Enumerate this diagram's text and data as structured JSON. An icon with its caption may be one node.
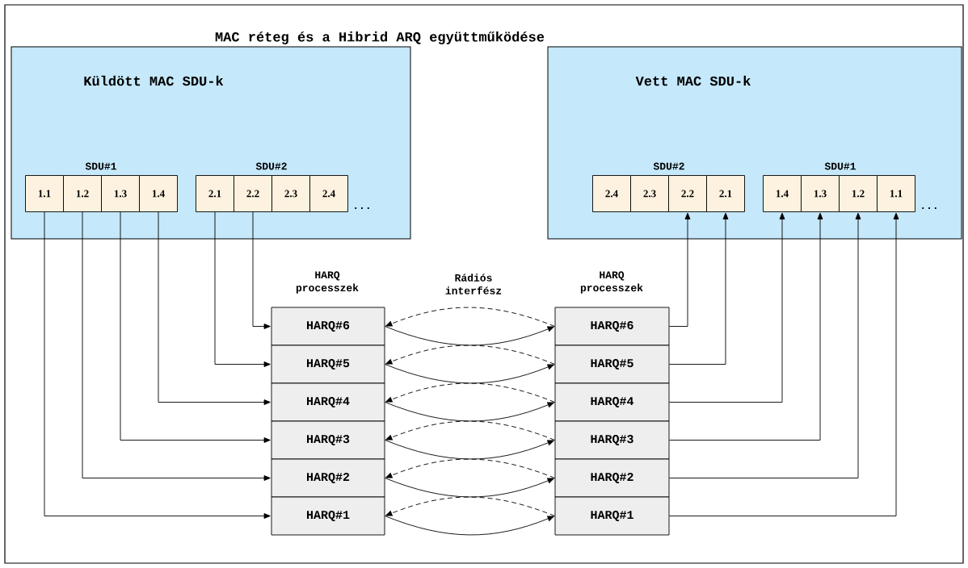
{
  "diagram": {
    "title": "MAC réteg és a Hibrid ARQ együttműködése",
    "nodes": [
      {
        "text": [
          "Küldött MAC SDU-k"
        ]
      },
      {
        "text": [
          "1.1"
        ],
        "in": 0
      },
      {
        "text": [
          "1.2"
        ],
        "in": 0
      },
      {
        "text": [
          "1.3"
        ],
        "in": 0
      },
      {
        "text": [
          "1.4"
        ],
        "in": 0
      },
      {
        "text": [
          "2.1"
        ],
        "in": 0
      },
      {
        "text": [
          "2.2"
        ],
        "in": 0
      },
      {
        "text": [
          "2.3"
        ],
        "in": 0
      },
      {
        "text": [
          "2.4"
        ],
        "in": 0
      },
      {
        "text": [
          "Vett MAC SDU-k"
        ]
      },
      {
        "text": [
          "2.4"
        ],
        "in": 9
      },
      {
        "text": [
          "2.3"
        ],
        "in": 9
      },
      {
        "text": [
          "2.2"
        ],
        "in": 9
      },
      {
        "text": [
          "2.1"
        ],
        "in": 9
      },
      {
        "text": [
          "1.4"
        ],
        "in": 9
      },
      {
        "text": [
          "1.3"
        ],
        "in": 9
      },
      {
        "text": [
          "1.2"
        ],
        "in": 9
      },
      {
        "text": [
          "1.1"
        ],
        "in": 9
      },
      {
        "text": [
          "HARQ#6"
        ]
      },
      {
        "text": [
          "HARQ#5"
        ]
      },
      {
        "text": [
          "HARQ#4"
        ]
      },
      {
        "text": [
          "HARQ#3"
        ]
      },
      {
        "text": [
          "HARQ#2"
        ]
      },
      {
        "text": [
          "HARQ#1"
        ]
      },
      {
        "text": [
          "HARQ#6"
        ]
      },
      {
        "text": [
          "HARQ#5"
        ]
      },
      {
        "text": [
          "HARQ#4"
        ]
      },
      {
        "text": [
          "HARQ#3"
        ]
      },
      {
        "text": [
          "HARQ#2"
        ]
      },
      {
        "text": [
          "HARQ#1"
        ]
      }
    ],
    "edges": [
      {
        "from": 1,
        "to": 23,
        "arrow": "to"
      },
      {
        "from": 2,
        "to": 22,
        "arrow": "to"
      },
      {
        "from": 3,
        "to": 21,
        "arrow": "to"
      },
      {
        "from": 4,
        "to": 20,
        "arrow": "to"
      },
      {
        "from": 5,
        "to": 19,
        "arrow": "to"
      },
      {
        "from": 6,
        "to": 18,
        "arrow": "to"
      },
      {
        "from": 24,
        "to": 12,
        "arrow": "to"
      },
      {
        "from": 25,
        "to": 13,
        "arrow": "to"
      },
      {
        "from": 26,
        "to": 14,
        "arrow": "to"
      },
      {
        "from": 27,
        "to": 15,
        "arrow": "to"
      },
      {
        "from": 28,
        "to": 16,
        "arrow": "to"
      },
      {
        "from": 29,
        "to": 17,
        "arrow": "to"
      },
      {
        "from": 18,
        "to": 24,
        "arrow": "to"
      },
      {
        "from": 24,
        "to": 18,
        "arrow": "to",
        "style": "dashed"
      },
      {
        "from": 19,
        "to": 25,
        "arrow": "to"
      },
      {
        "from": 25,
        "to": 19,
        "arrow": "to",
        "style": "dashed"
      },
      {
        "from": 20,
        "to": 26,
        "arrow": "to"
      },
      {
        "from": 26,
        "to": 20,
        "arrow": "to",
        "style": "dashed"
      },
      {
        "from": 21,
        "to": 27,
        "arrow": "to"
      },
      {
        "from": 27,
        "to": 21,
        "arrow": "to",
        "style": "dashed"
      },
      {
        "from": 22,
        "to": 28,
        "arrow": "to"
      },
      {
        "from": 28,
        "to": 22,
        "arrow": "to",
        "style": "dashed"
      },
      {
        "from": 23,
        "to": 29,
        "arrow": "to"
      },
      {
        "from": 29,
        "to": 23,
        "arrow": "to",
        "style": "dashed"
      }
    ],
    "labels": [
      "SDU#1",
      "SDU#2",
      "SDU#2",
      "SDU#1",
      "...",
      "...",
      "HARQ processzek",
      "Rádiós interfész",
      "HARQ processzek"
    ]
  }
}
